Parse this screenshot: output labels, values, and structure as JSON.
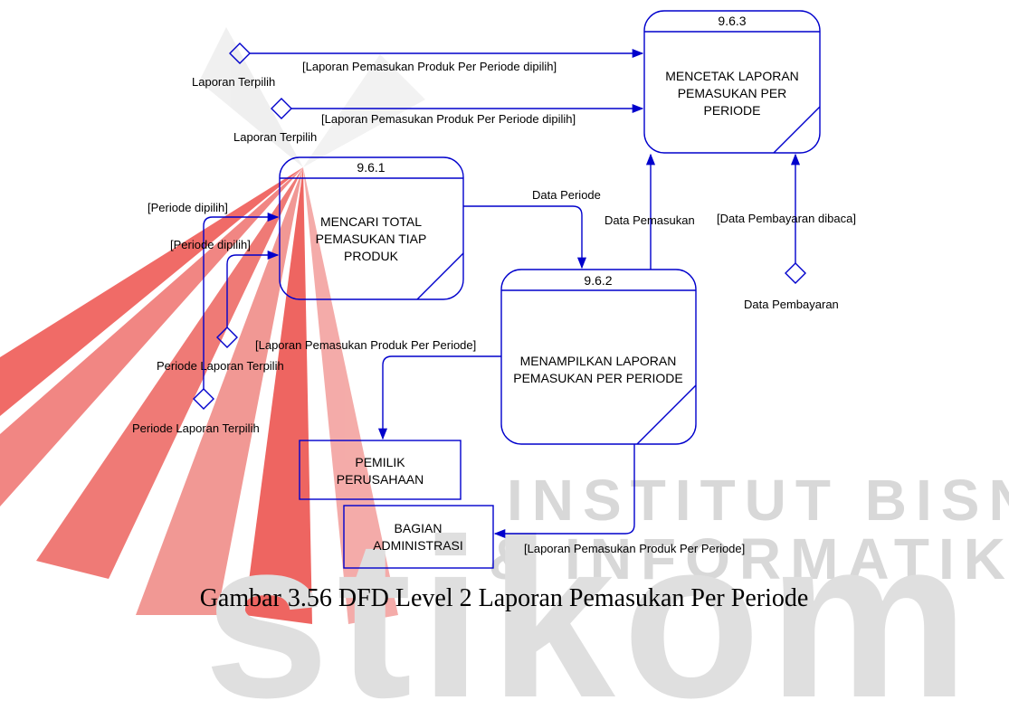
{
  "caption": "Gambar 3.56 DFD Level 2 Laporan Pemasukan Per Periode",
  "watermark": {
    "line1": "INSTITUT BISNIS",
    "line2": "& INFORMATIKA",
    "brand": "stikom"
  },
  "processes": [
    {
      "id": "9.6.1",
      "lines": [
        "MENCARI TOTAL",
        "PEMASUKAN TIAP",
        "PRODUK"
      ]
    },
    {
      "id": "9.6.2",
      "lines": [
        "MENAMPILKAN LAPORAN",
        "PEMASUKAN PER PERIODE"
      ]
    },
    {
      "id": "9.6.3",
      "lines": [
        "MENCETAK LAPORAN",
        "PEMASUKAN PER",
        "PERIODE"
      ]
    }
  ],
  "entities": {
    "pemilik": [
      "PEMILIK",
      "PERUSAHAAN"
    ],
    "bagian": [
      "BAGIAN",
      "ADMINISTRASI"
    ]
  },
  "connectors": {
    "laporan_terpilih_1": "Laporan Terpilih",
    "laporan_terpilih_2": "Laporan Terpilih",
    "periode_laporan_1": "Periode Laporan Terpilih",
    "periode_laporan_2": "Periode Laporan Terpilih",
    "data_pembayaran": "Data Pembayaran"
  },
  "flows": {
    "laporan_dipilih_1": "[Laporan Pemasukan Produk Per Periode dipilih]",
    "laporan_dipilih_2": "[Laporan Pemasukan Produk Per Periode dipilih]",
    "periode_dipilih_1": "[Periode dipilih]",
    "periode_dipilih_2": "[Periode dipilih]",
    "data_periode": "Data Periode",
    "data_pemasukan": "Data Pemasukan",
    "data_pembayaran_dibaca": "[Data Pembayaran dibaca]",
    "laporan_to_pemilik": "[Laporan Pemasukan Produk Per Periode]",
    "laporan_to_bagian": "[Laporan Pemasukan Produk Per Periode]"
  },
  "colors": {
    "line": "#0000cc",
    "watermark_red": "#e0312f",
    "watermark_gray": "#cfcfcf"
  }
}
